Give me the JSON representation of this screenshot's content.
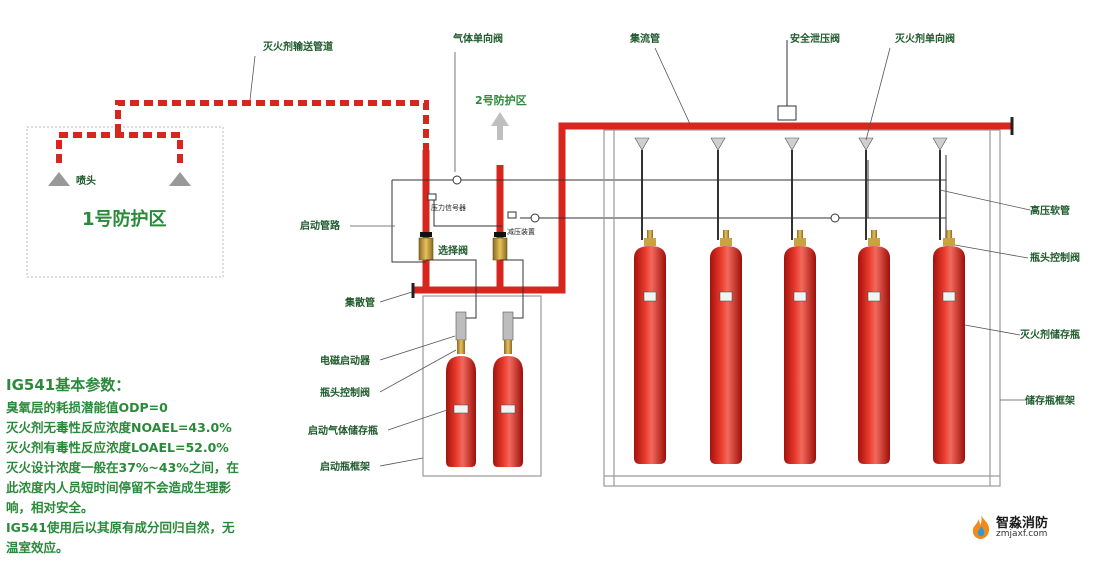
{
  "labels": {
    "pipe_delivery": "灭火剂输送管道",
    "gas_check_valve": "气体单向阀",
    "manifold": "集流管",
    "safety_relief_valve": "安全泄压阀",
    "agent_check_valve": "灭火剂单向阀",
    "zone2": "2号防护区",
    "nozzle": "喷头",
    "zone1": "1号防护区",
    "pressure_switch": "压力信号器",
    "start_pipeline": "启动管路",
    "selector_valve": "选择阀",
    "pressure_reducer": "减压装置",
    "high_pressure_hose": "高压软管",
    "cylinder_head_valve_right": "瓶头控制阀",
    "collector_pipe": "集散管",
    "agent_cylinder": "灭火剂储存瓶",
    "solenoid_actuator": "电磁启动器",
    "cylinder_head_valve_left": "瓶头控制阀",
    "cylinder_rack": "储存瓶框架",
    "start_gas_cylinder": "启动气体储存瓶",
    "start_cylinder_rack": "启动瓶框架"
  },
  "params": {
    "title": "IG541基本参数：",
    "lines": [
      "臭氧层的耗损潜能值ODP=0",
      "灭火剂无毒性反应浓度NOAEL=43.0%",
      "灭火剂有毒性反应浓度LOAEL=52.0%",
      "灭火设计浓度一般在37%~43%之间，在",
      "此浓度内人员短时间停留不会造成生理影",
      "响，相对安全。",
      "IG541使用后以其原有成分回归自然，无",
      "温室效应。"
    ]
  },
  "logo": {
    "brand": "智淼消防",
    "url": "zmjaxf.com"
  },
  "colors": {
    "pipe_red": "#d7261e",
    "label_green": "#1f5a2c",
    "zone_green": "#2a8a3a"
  }
}
